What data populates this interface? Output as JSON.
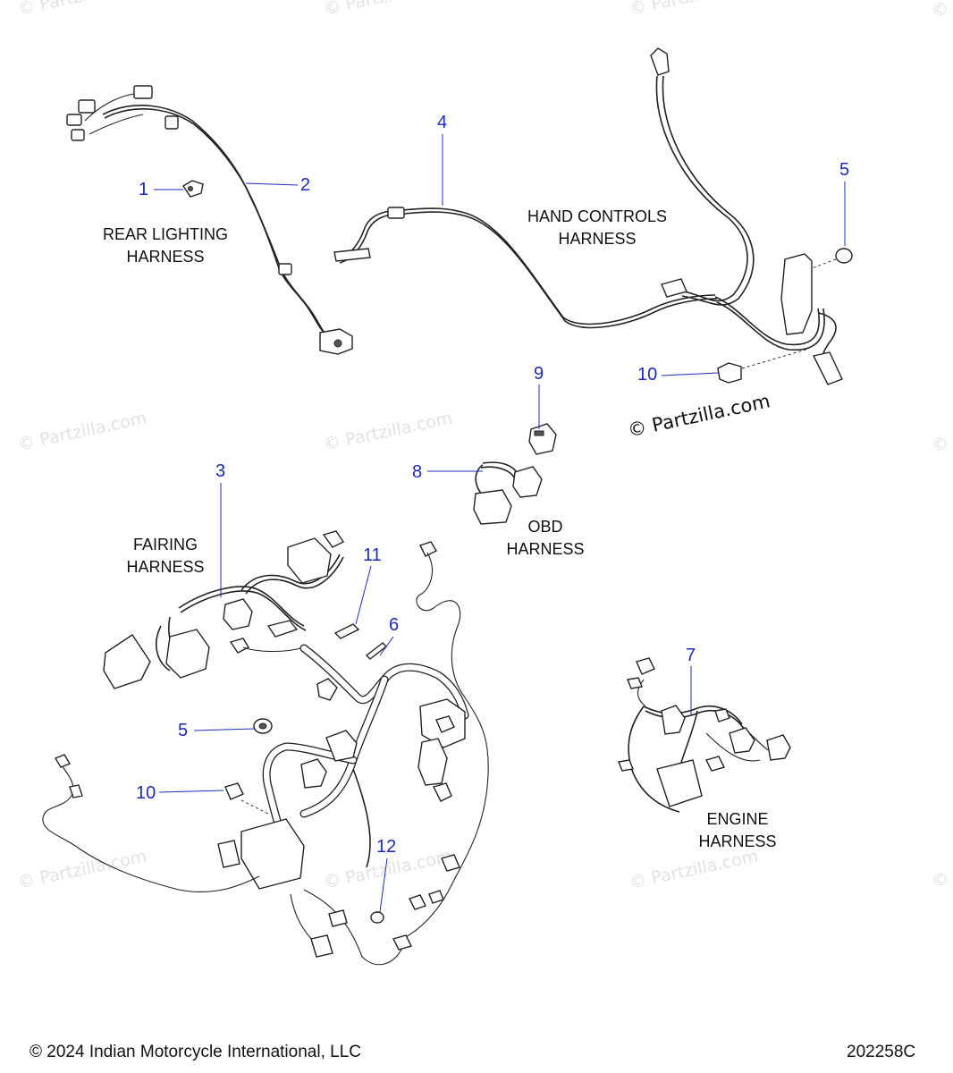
{
  "diagram": {
    "labels": [
      {
        "id": "rear_lighting",
        "lines": [
          "REAR LIGHTING",
          "HARNESS"
        ]
      },
      {
        "id": "hand_controls",
        "lines": [
          "HAND CONTROLS",
          "HARNESS"
        ]
      },
      {
        "id": "obd",
        "lines": [
          "OBD",
          "HARNESS"
        ]
      },
      {
        "id": "fairing",
        "lines": [
          "FAIRING",
          "HARNESS"
        ]
      },
      {
        "id": "engine",
        "lines": [
          "ENGINE",
          "HARNESS"
        ]
      }
    ],
    "callouts": [
      "1",
      "2",
      "3",
      "4",
      "5",
      "5",
      "6",
      "7",
      "8",
      "9",
      "10",
      "10",
      "11",
      "12"
    ]
  },
  "watermark": {
    "text": "© Partzilla.com",
    "brand_text": "© Partzilla.com",
    "symbol": "©"
  },
  "footer": {
    "copyright": "© 2024 Indian Motorcycle International, LLC",
    "code": "202258C"
  },
  "colors": {
    "callout": "#1c2bb8",
    "linework": "#222222",
    "watermark": "#e2e2e2"
  }
}
